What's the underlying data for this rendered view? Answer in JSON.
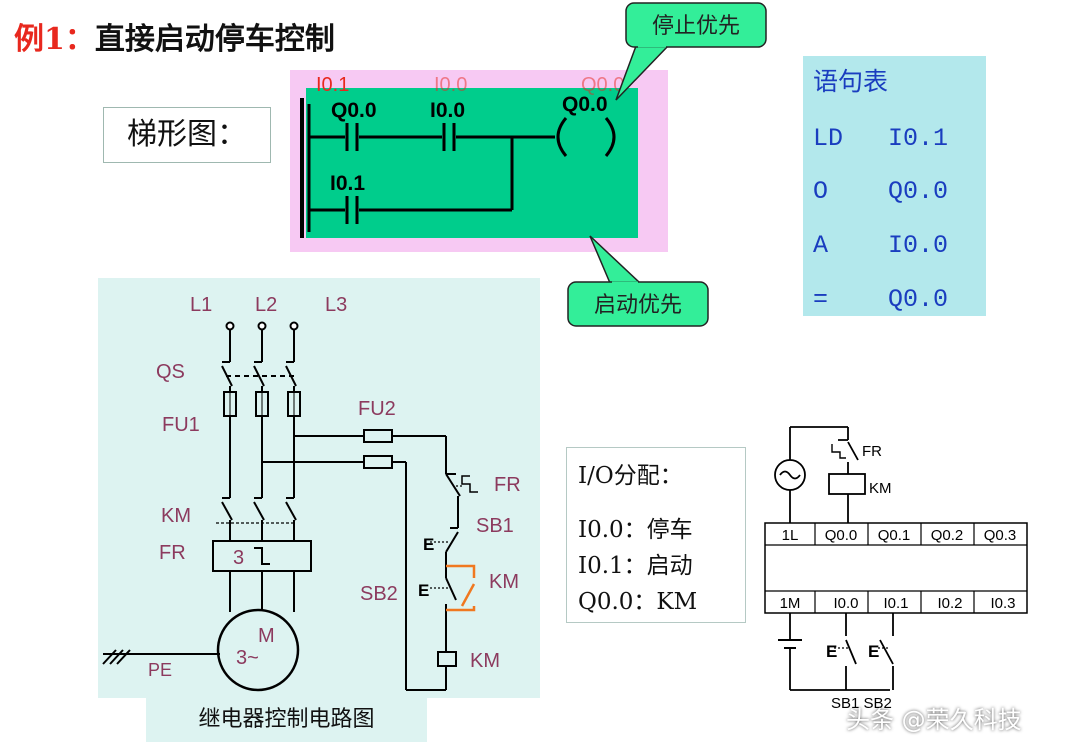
{
  "title": {
    "example": "例1：",
    "text": "直接启动停车控制"
  },
  "ladder": {
    "label": "梯形图：",
    "ghost_labels": [
      "I0.1",
      "I0.0",
      "Q0.0"
    ],
    "contact_q00": "Q0.0",
    "contact_i00": "I0.0",
    "coil_q00": "Q0.0",
    "contact_i01": "I0.1"
  },
  "callouts": {
    "stop_priority": "停止优先",
    "start_priority": "启动优先"
  },
  "stl": {
    "title": "语句表",
    "rows": [
      {
        "op": "LD",
        "arg": "I0.1"
      },
      {
        "op": "O",
        "arg": "Q0.0"
      },
      {
        "op": "A",
        "arg": "I0.0"
      },
      {
        "op": "=",
        "arg": "Q0.0"
      }
    ]
  },
  "io": {
    "title": "I/O分配：",
    "lines": [
      "I0.0：停车",
      "I0.1：启动",
      "Q0.0：KM"
    ]
  },
  "relay": {
    "caption": "继电器控制电路图",
    "phases": [
      "L1",
      "L2",
      "L3"
    ],
    "qs": "QS",
    "fu1": "FU1",
    "fu2": "FU2",
    "km": "KM",
    "fr": "FR",
    "overload_digit": "3",
    "motor_m": "M",
    "motor_3ph": "3~",
    "pe": "PE",
    "fr_contact": "FR",
    "sb1": "SB1",
    "sb2": "SB2",
    "km_aux": "KM",
    "km_coil": "KM",
    "e1": "E",
    "e2": "E"
  },
  "plc": {
    "fr": "FR",
    "km": "KM",
    "output_terms": [
      "1L",
      "Q0.0",
      "Q0.1",
      "Q0.2",
      "Q0.3"
    ],
    "input_terms": [
      "1M",
      "I0.0",
      "I0.1",
      "I0.2",
      "I0.3"
    ],
    "e1": "E",
    "e2": "E",
    "sb_label": "SB1  SB2"
  },
  "watermark": "头条 @荣久科技",
  "colors": {
    "ladder_panel": "#00cd8c",
    "ladder_bg": "#f7c9f3",
    "callout": "#33ee99",
    "stl_bg": "#b3e8ec",
    "stl_text": "#1a3dbf",
    "relay_bg": "#ddf3f1",
    "relay_label": "#8c3a5e",
    "km_aux": "#f07820",
    "title_accent": "#e8281e"
  }
}
